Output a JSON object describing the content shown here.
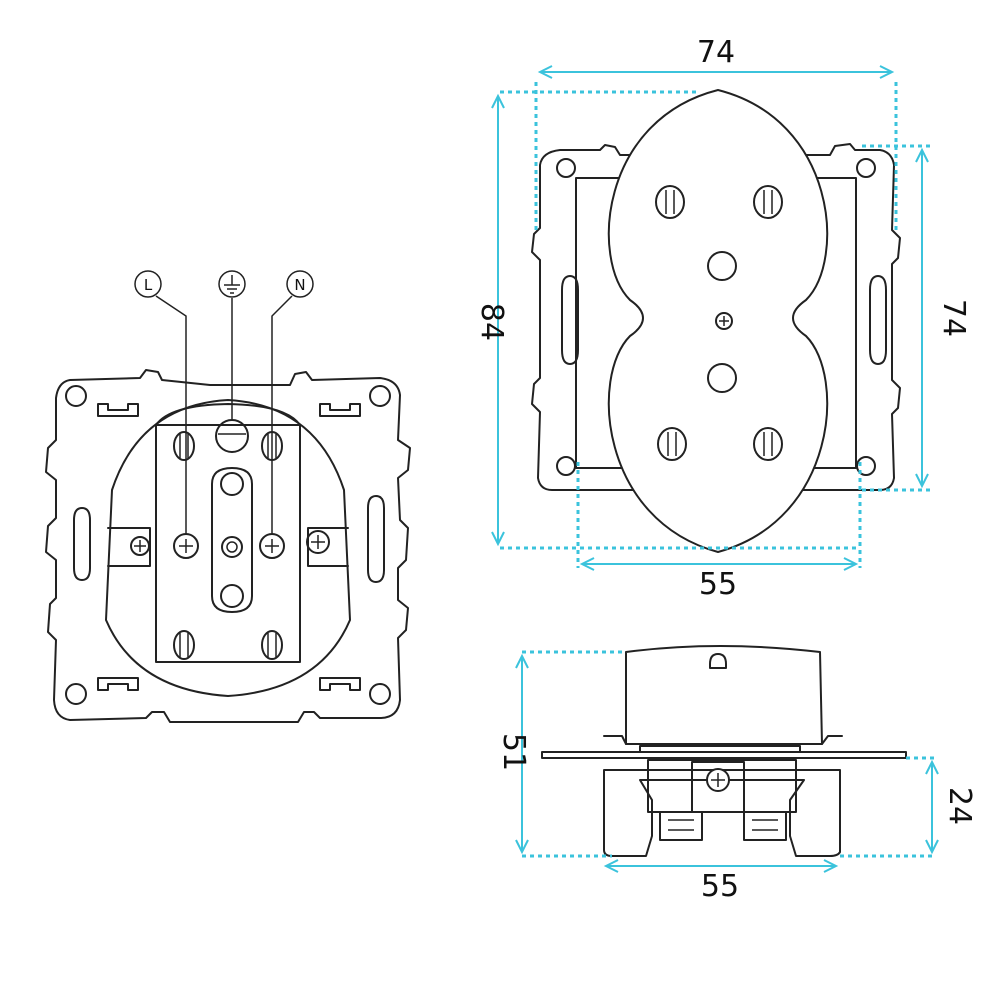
{
  "diagram": {
    "terminals": {
      "live": "L",
      "neutral": "N",
      "earth_icon": "earth-ground-icon"
    },
    "dimensions": {
      "front_width_top": "74",
      "front_height_left": "84",
      "front_height_right": "74",
      "front_width_bottom": "55",
      "side_height": "51",
      "side_depth": "24",
      "side_width": "55"
    },
    "colors": {
      "line": "#222222",
      "dimension": "#3bc3dc"
    }
  }
}
